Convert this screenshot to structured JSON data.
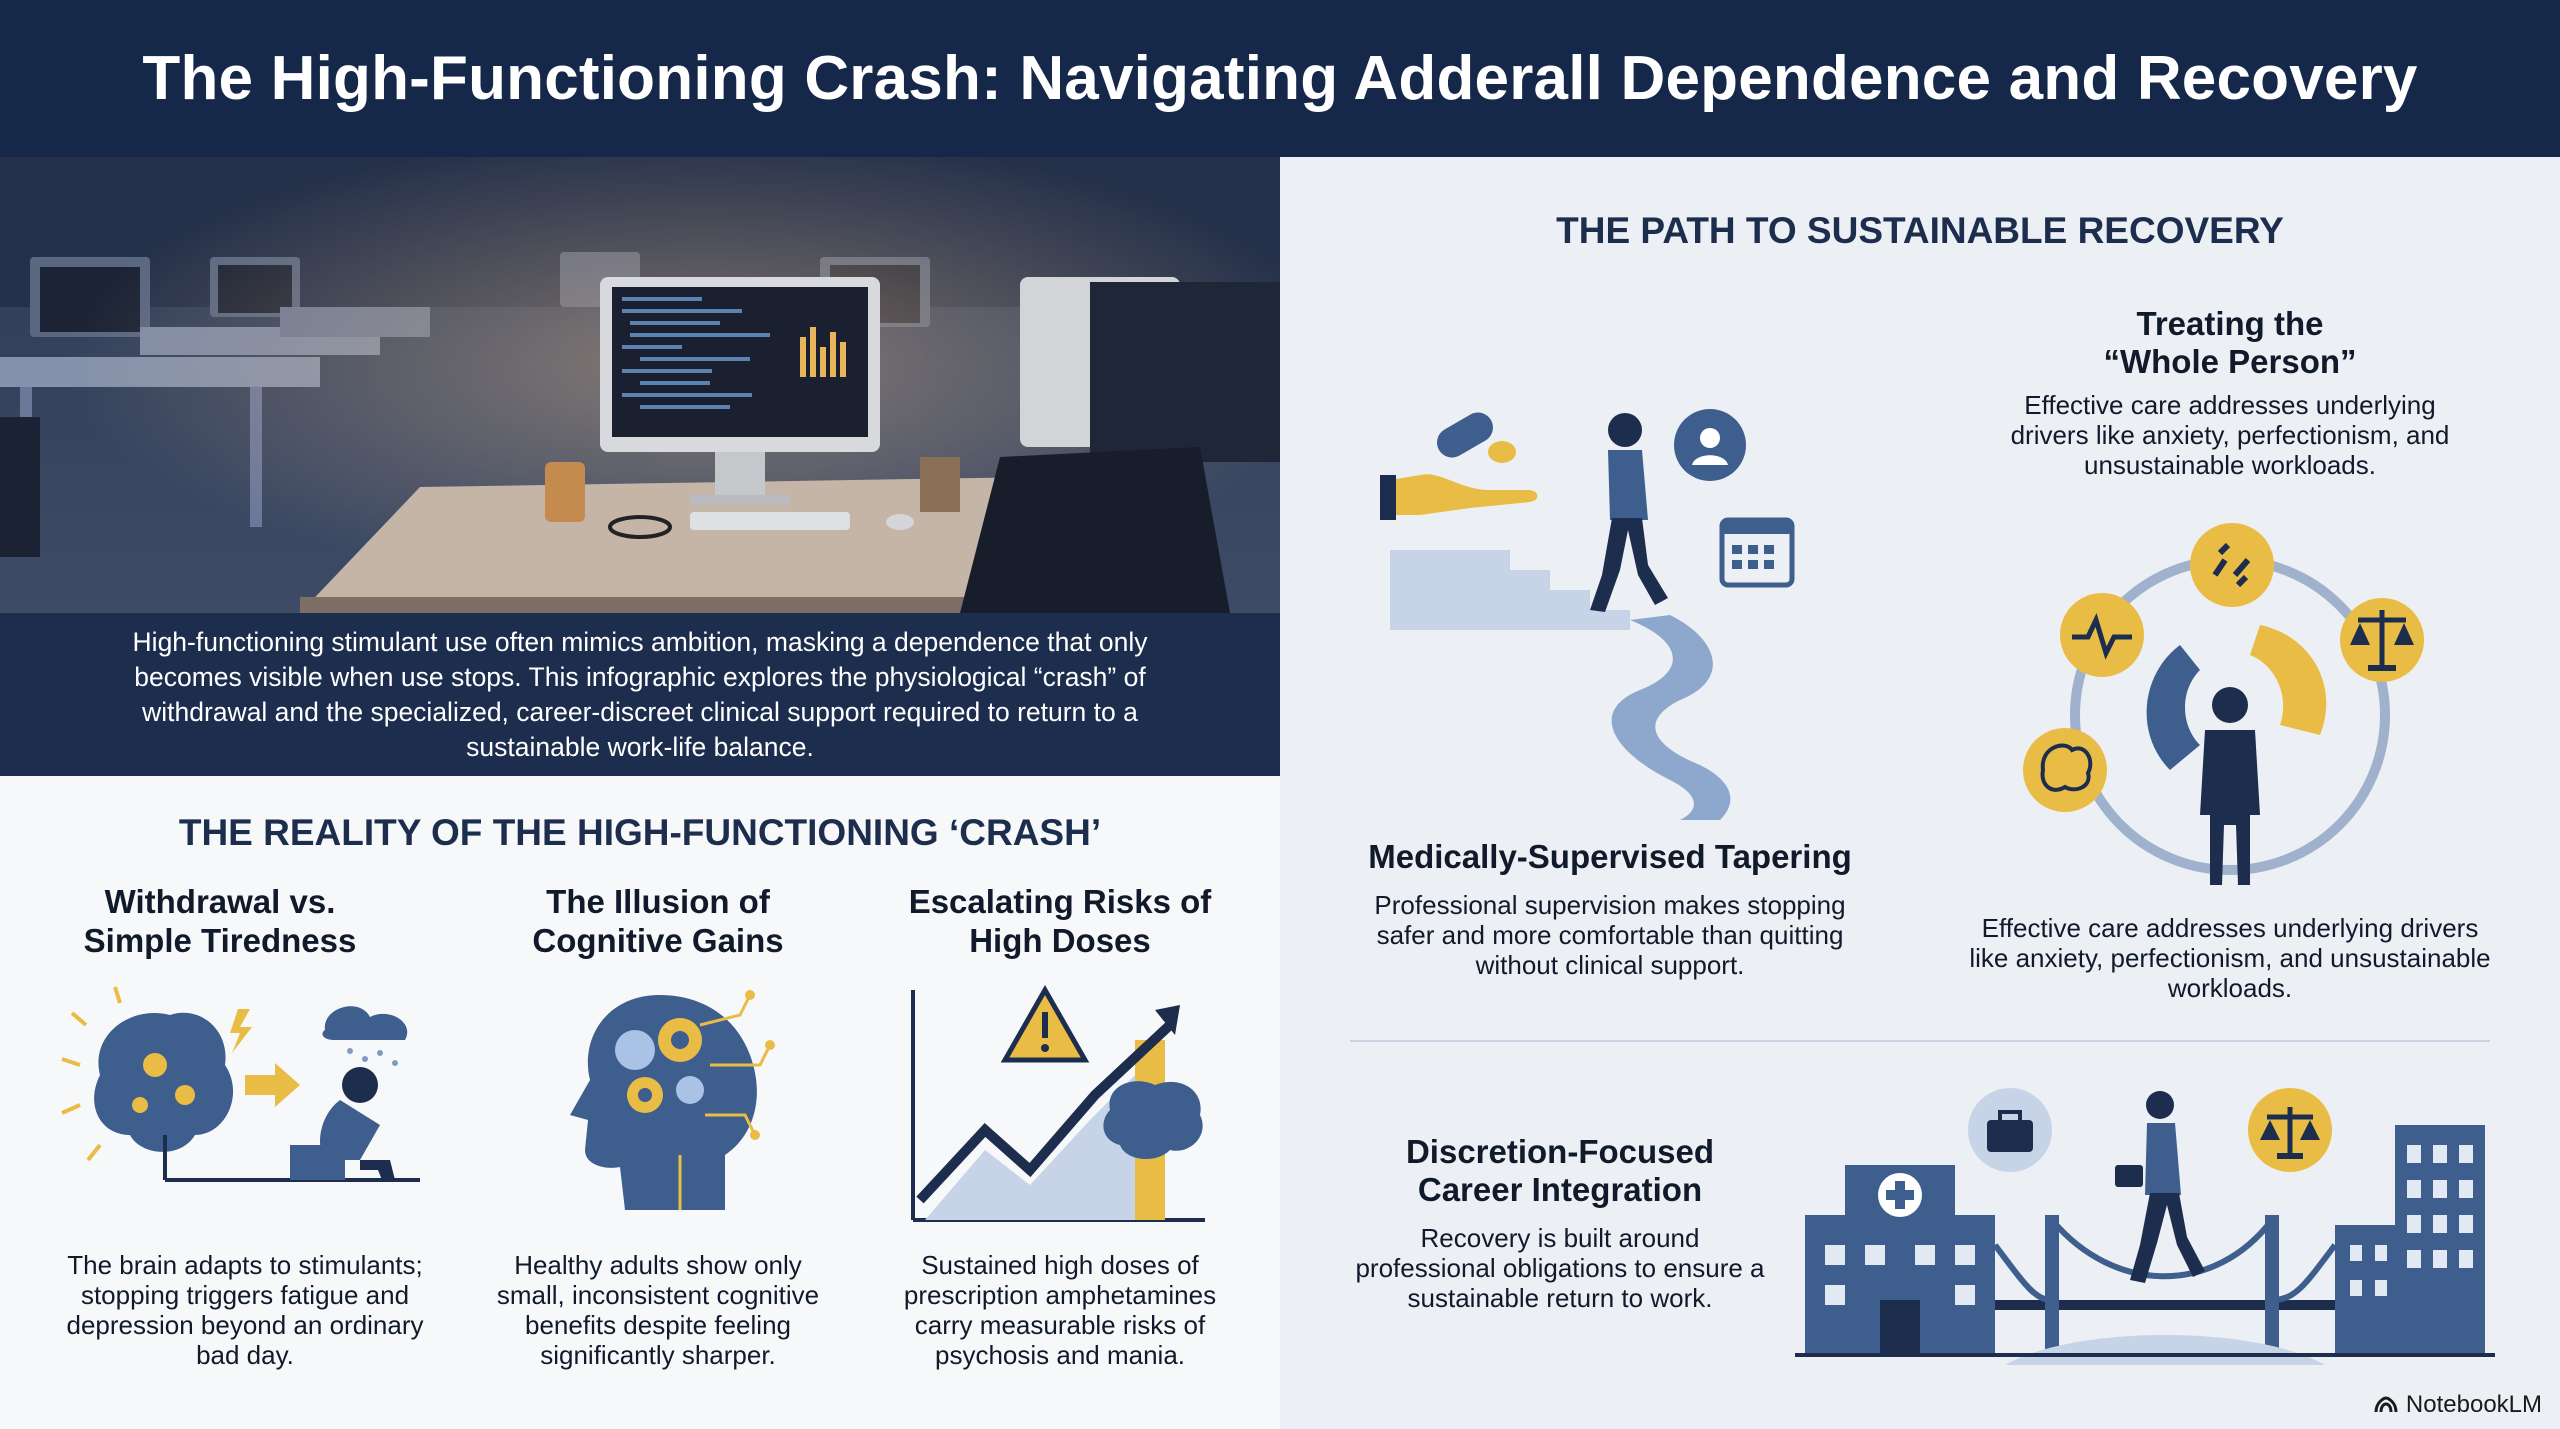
{
  "header": {
    "title": "The High-Functioning Crash: Navigating Adderall Dependence and Recovery"
  },
  "intro": {
    "text": "High-functioning stimulant use often mimics ambition, masking a dependence that only becomes visible when use stops. This infographic explores the physiological “crash” of withdrawal and the specialized, career-discreet clinical support required to return to a sustainable work-life balance."
  },
  "reality": {
    "title": "THE REALITY OF THE HIGH-FUNCTIONING ‘CRASH’",
    "columns": [
      {
        "title": "Withdrawal vs. Simple Tiredness",
        "text": "The brain adapts to stimulants; stopping triggers fatigue and depression beyond an ordinary bad day.",
        "icon": "brain-and-exhausted-person-icon"
      },
      {
        "title": "The Illusion of Cognitive Gains",
        "text": "Healthy adults show only small, inconsistent cognitive benefits despite feeling significantly sharper.",
        "icon": "head-gears-icon"
      },
      {
        "title": "Escalating Risks of High Doses",
        "text": "Sustained high doses of prescription amphetamines carry measurable risks of psychosis and mania.",
        "icon": "warning-rising-chart-icon"
      }
    ]
  },
  "recovery": {
    "title": "THE PATH TO SUSTAINABLE RECOVERY",
    "tapering": {
      "title": "Medically-Supervised Tapering",
      "text": "Professional supervision makes stopping safer and more comfortable than quitting without clinical support."
    },
    "whole_person": {
      "title": "Treating the “Whole Person”",
      "text_top": "Effective care addresses underlying drivers like anxiety, perfectionism, and unsustainable workloads.",
      "text_bottom": "Effective care addresses underlying drivers like anxiety, perfectionism, and unsustainable workloads."
    },
    "career": {
      "title": "Discretion-Focused Career Integration",
      "text": "Recovery is built around professional obligations to ensure a sustainable return to work."
    }
  },
  "brand": {
    "label": "NotebookLM"
  },
  "colors": {
    "navy": "#15284a",
    "accent_gold": "#e9bd45",
    "steel_blue": "#3e5e8e"
  }
}
